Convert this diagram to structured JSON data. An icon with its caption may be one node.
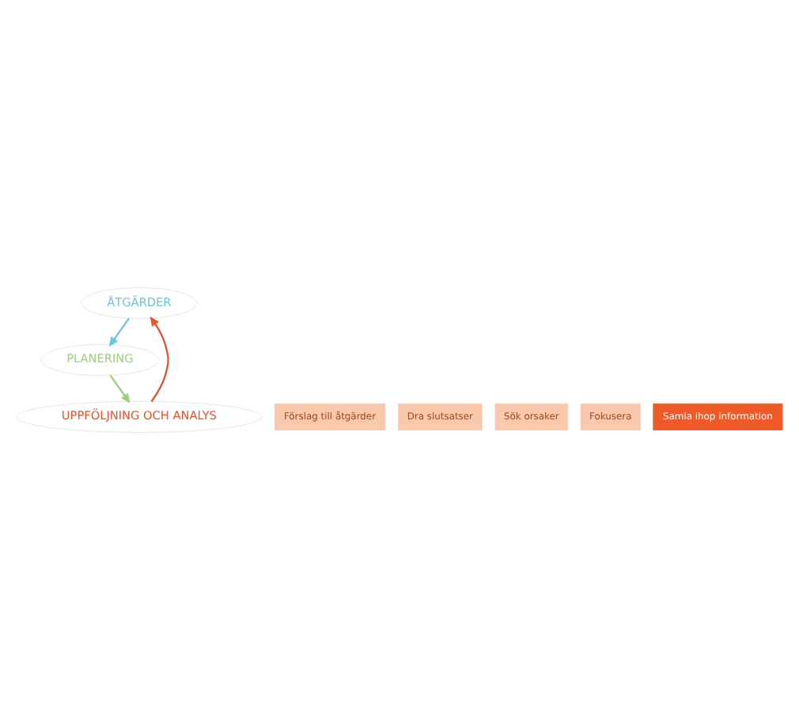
{
  "diagram": {
    "nodes": [
      {
        "text": [
          "ÅTGÄRDER"
        ]
      },
      {
        "text": [
          "PLANERING"
        ]
      },
      {
        "text": [
          "UPPFÖLJNING OCH ANALYS"
        ]
      },
      {
        "text": [
          "Samla ihop information"
        ]
      },
      {
        "text": [
          "Fokusera"
        ]
      },
      {
        "text": [
          "Sök orsaker"
        ]
      },
      {
        "text": [
          "Dra slutsatser"
        ]
      },
      {
        "text": [
          "Förslag till åtgärder"
        ]
      }
    ],
    "edges": [
      {
        "from": 0,
        "to": 1,
        "arrow": "to",
        "color": "#6cc5e0"
      },
      {
        "from": 1,
        "to": 2,
        "arrow": "to",
        "color": "#9ccf7e"
      },
      {
        "from": 2,
        "to": 0,
        "arrow": "to",
        "color": "#e8532a"
      }
    ]
  }
}
